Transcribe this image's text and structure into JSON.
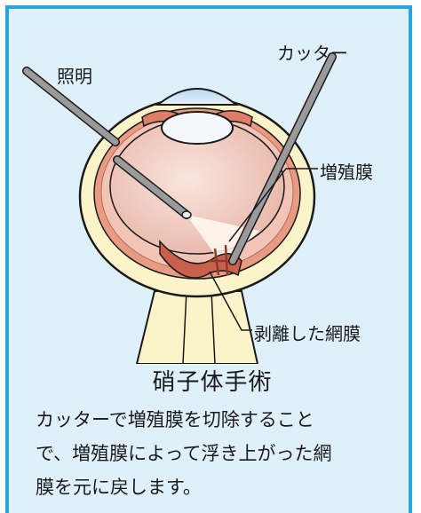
{
  "labels": {
    "illumination": "照明",
    "cutter": "カッター",
    "proliferative_membrane": "増殖膜",
    "detached_retina": "剥離した網膜"
  },
  "caption": {
    "title": "硝子体手術",
    "lines": [
      "カッターで増殖膜を切除すること",
      "で、増殖膜によって浮き上がった網",
      "膜を元に戻します。"
    ]
  },
  "colors": {
    "frame": "#2aa3df",
    "panel": "#dff0fb",
    "sclera": "#fbf3c9",
    "choroid": "#e89a82",
    "vitreous": "#f3d5cd",
    "instrument": "#8a8a8a"
  }
}
